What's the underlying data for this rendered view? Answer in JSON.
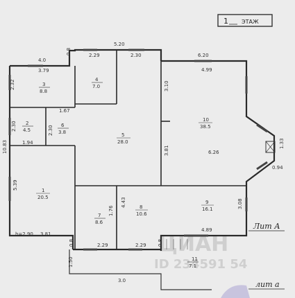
{
  "floor_label": {
    "number": "1",
    "text": "ЭТАЖ"
  },
  "rooms": [
    {
      "num": "1",
      "area": "20.5"
    },
    {
      "num": "2",
      "area": "4.5"
    },
    {
      "num": "3",
      "area": "8.8"
    },
    {
      "num": "4",
      "area": "7.0"
    },
    {
      "num": "5",
      "area": "28.0"
    },
    {
      "num": "6",
      "area": "3.8"
    },
    {
      "num": "7",
      "area": "8.6"
    },
    {
      "num": "8",
      "area": "10.6"
    },
    {
      "num": "9",
      "area": "16.1"
    },
    {
      "num": "10",
      "area": "38.5"
    },
    {
      "num": "11",
      "area": "7.1"
    }
  ],
  "dimensions": [
    "4.0",
    "5.20",
    "6.20",
    "3.79",
    "2.29",
    "2.30",
    "4.99",
    "2.32",
    "3.10",
    "1.67",
    "2.30",
    "2.30",
    "1.94",
    "10.83",
    "3.81",
    "6.26",
    "1.33",
    "0.94",
    "5.39",
    "4.43",
    "1.76",
    "3.08",
    "4.89",
    "2.29",
    "2.29",
    "1.50",
    "3.0",
    "0.8",
    "0.8",
    "0.8"
  ],
  "height_note": "h=2.90",
  "lit_a": "Лит А",
  "lit_a_small": "лит а",
  "watermark": "ЦИАН",
  "watermark_id": "ID 234591 54"
}
